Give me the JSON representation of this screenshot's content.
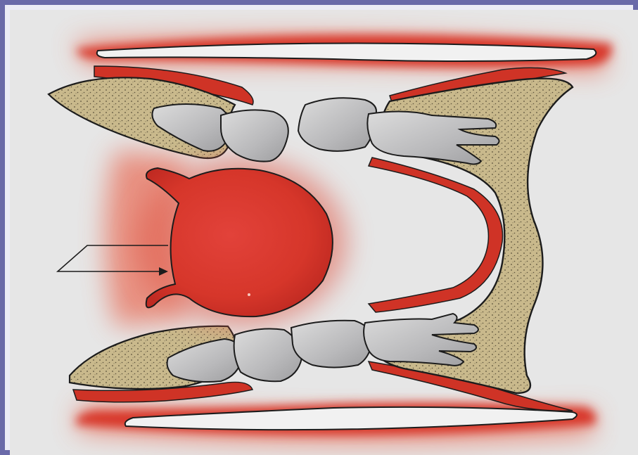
{
  "figure": {
    "kind": "schematic illustration",
    "icon": "dental-cross-section-illustration",
    "colors": {
      "frame_border": "#6a6aa9",
      "page_background": "#ececf6",
      "paper": "#e6e6e6",
      "soft_tissue": "#d8382a",
      "soft_tissue_glow": "#e87060",
      "bone": "#c9b98c",
      "bone_stipple": "#5a503a",
      "tooth": "#b9b9bb",
      "tooth_highlight": "#dcdcdc",
      "outline": "#1c1c1c"
    },
    "elements": [
      {
        "name": "upper-lip",
        "icon": "lip-shape"
      },
      {
        "name": "lower-lip",
        "icon": "lip-shape"
      },
      {
        "name": "upper-anterior-bone",
        "icon": "stippled-bone"
      },
      {
        "name": "lower-anterior-bone",
        "icon": "stippled-bone"
      },
      {
        "name": "posterior-bone",
        "icon": "stippled-bone"
      },
      {
        "name": "round-swelling",
        "icon": "red-round-mass"
      },
      {
        "name": "upper-teeth",
        "icon": "tooth-row"
      },
      {
        "name": "lower-teeth",
        "icon": "tooth-row"
      },
      {
        "name": "pointer-arrow",
        "icon": "bent-arrow"
      }
    ]
  }
}
